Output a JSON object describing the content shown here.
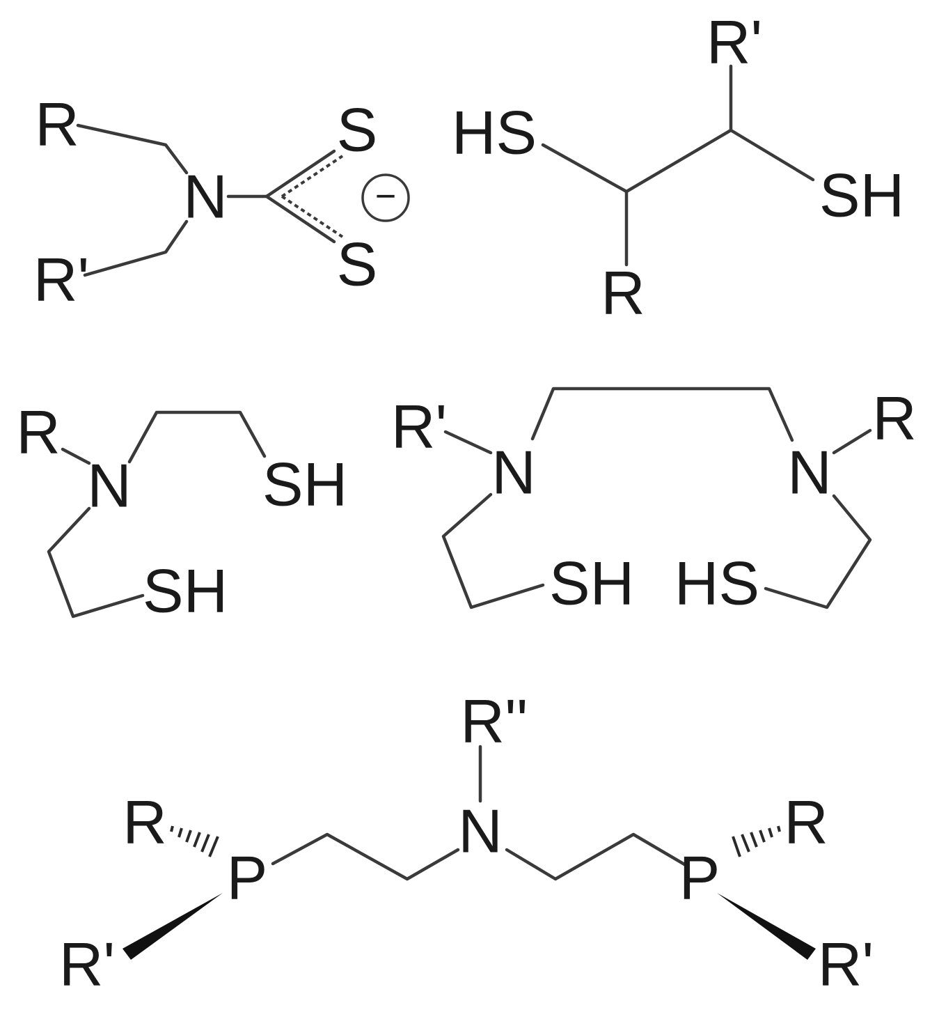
{
  "structures": [
    {
      "name": "dithiocarbamate",
      "labels": {
        "r": "R",
        "r_prime": "R'",
        "n": "N",
        "s_top": "S",
        "s_bottom": "S",
        "charge": "−"
      }
    },
    {
      "name": "vicinal-dithiol",
      "labels": {
        "hs": "HS",
        "sh": "SH",
        "r_prime": "R'",
        "r": "R"
      }
    },
    {
      "name": "n-bis-thiol",
      "labels": {
        "r": "R",
        "n": "N",
        "sh_top": "SH",
        "sh_bottom": "SH"
      }
    },
    {
      "name": "n2s2-ligand",
      "labels": {
        "r_prime": "R'",
        "n_left": "N",
        "r": "R",
        "n_right": "N",
        "sh": "SH",
        "hs": "HS"
      }
    },
    {
      "name": "pnp-ligand",
      "labels": {
        "r_double_prime": "R''",
        "n": "N",
        "p_left": "P",
        "p_right": "P",
        "r_left": "R",
        "r_right": "R",
        "r_prime_left": "R'",
        "r_prime_right": "R'"
      }
    }
  ]
}
